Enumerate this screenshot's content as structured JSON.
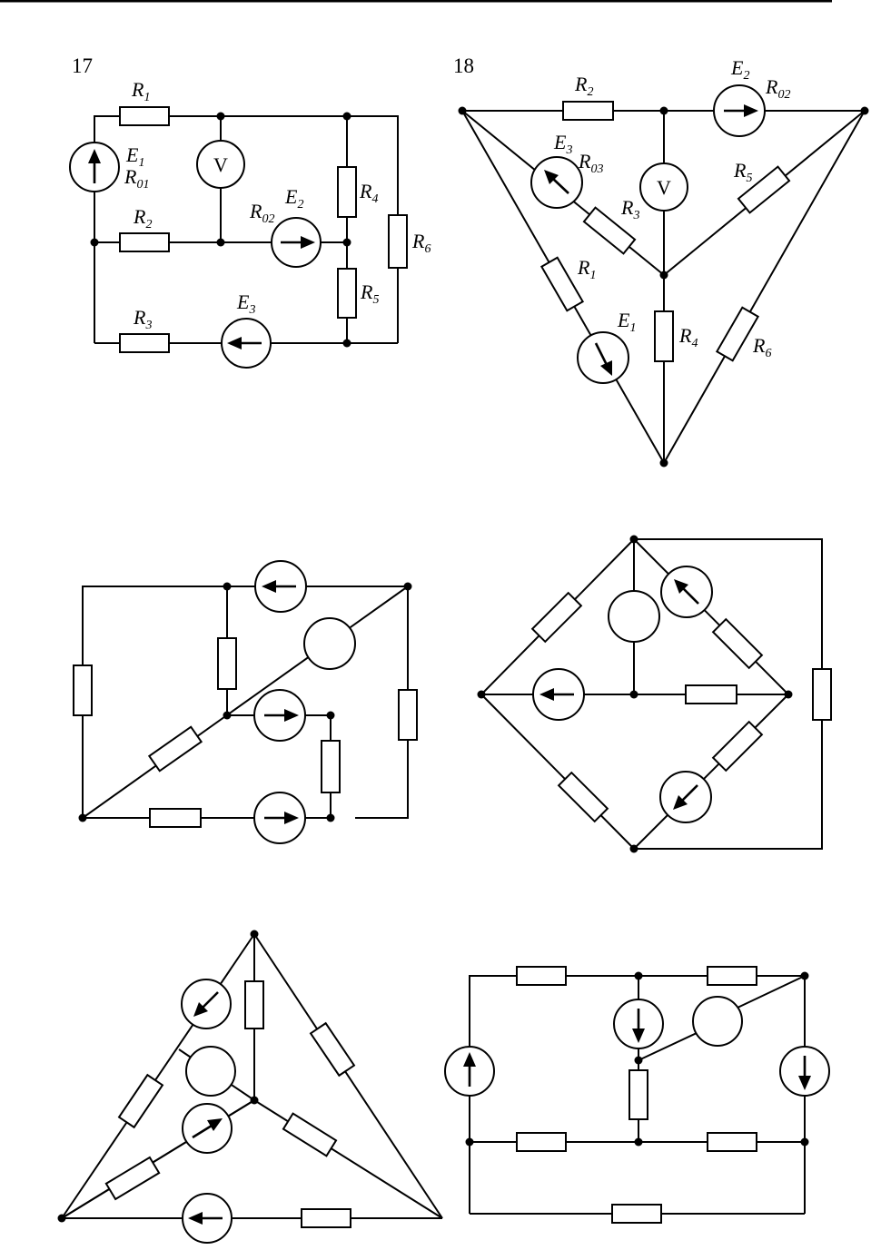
{
  "problems": [
    {
      "number": "17",
      "labels": {
        "R1": [
          "R",
          "1"
        ],
        "E1": [
          "E",
          "1"
        ],
        "R01": [
          "R",
          "01"
        ],
        "V": "V",
        "R2": [
          "R",
          "2"
        ],
        "R02": [
          "R",
          "02"
        ],
        "E2": [
          "E",
          "2"
        ],
        "R4": [
          "R",
          "4"
        ],
        "R6": [
          "R",
          "6"
        ],
        "R5": [
          "R",
          "5"
        ],
        "R3": [
          "R",
          "3"
        ],
        "E3": [
          "E",
          "3"
        ]
      }
    },
    {
      "number": "18",
      "labels": {
        "R2": [
          "R",
          "2"
        ],
        "E2": [
          "E",
          "2"
        ],
        "R02": [
          "R",
          "02"
        ],
        "E3": [
          "E",
          "3"
        ],
        "R03": [
          "R",
          "03"
        ],
        "V": "V",
        "R5": [
          "R",
          "5"
        ],
        "R3": [
          "R",
          "3"
        ],
        "R1": [
          "R",
          "1"
        ],
        "E1": [
          "E",
          "1"
        ],
        "R4": [
          "R",
          "4"
        ],
        "R6": [
          "R",
          "6"
        ]
      }
    }
  ]
}
